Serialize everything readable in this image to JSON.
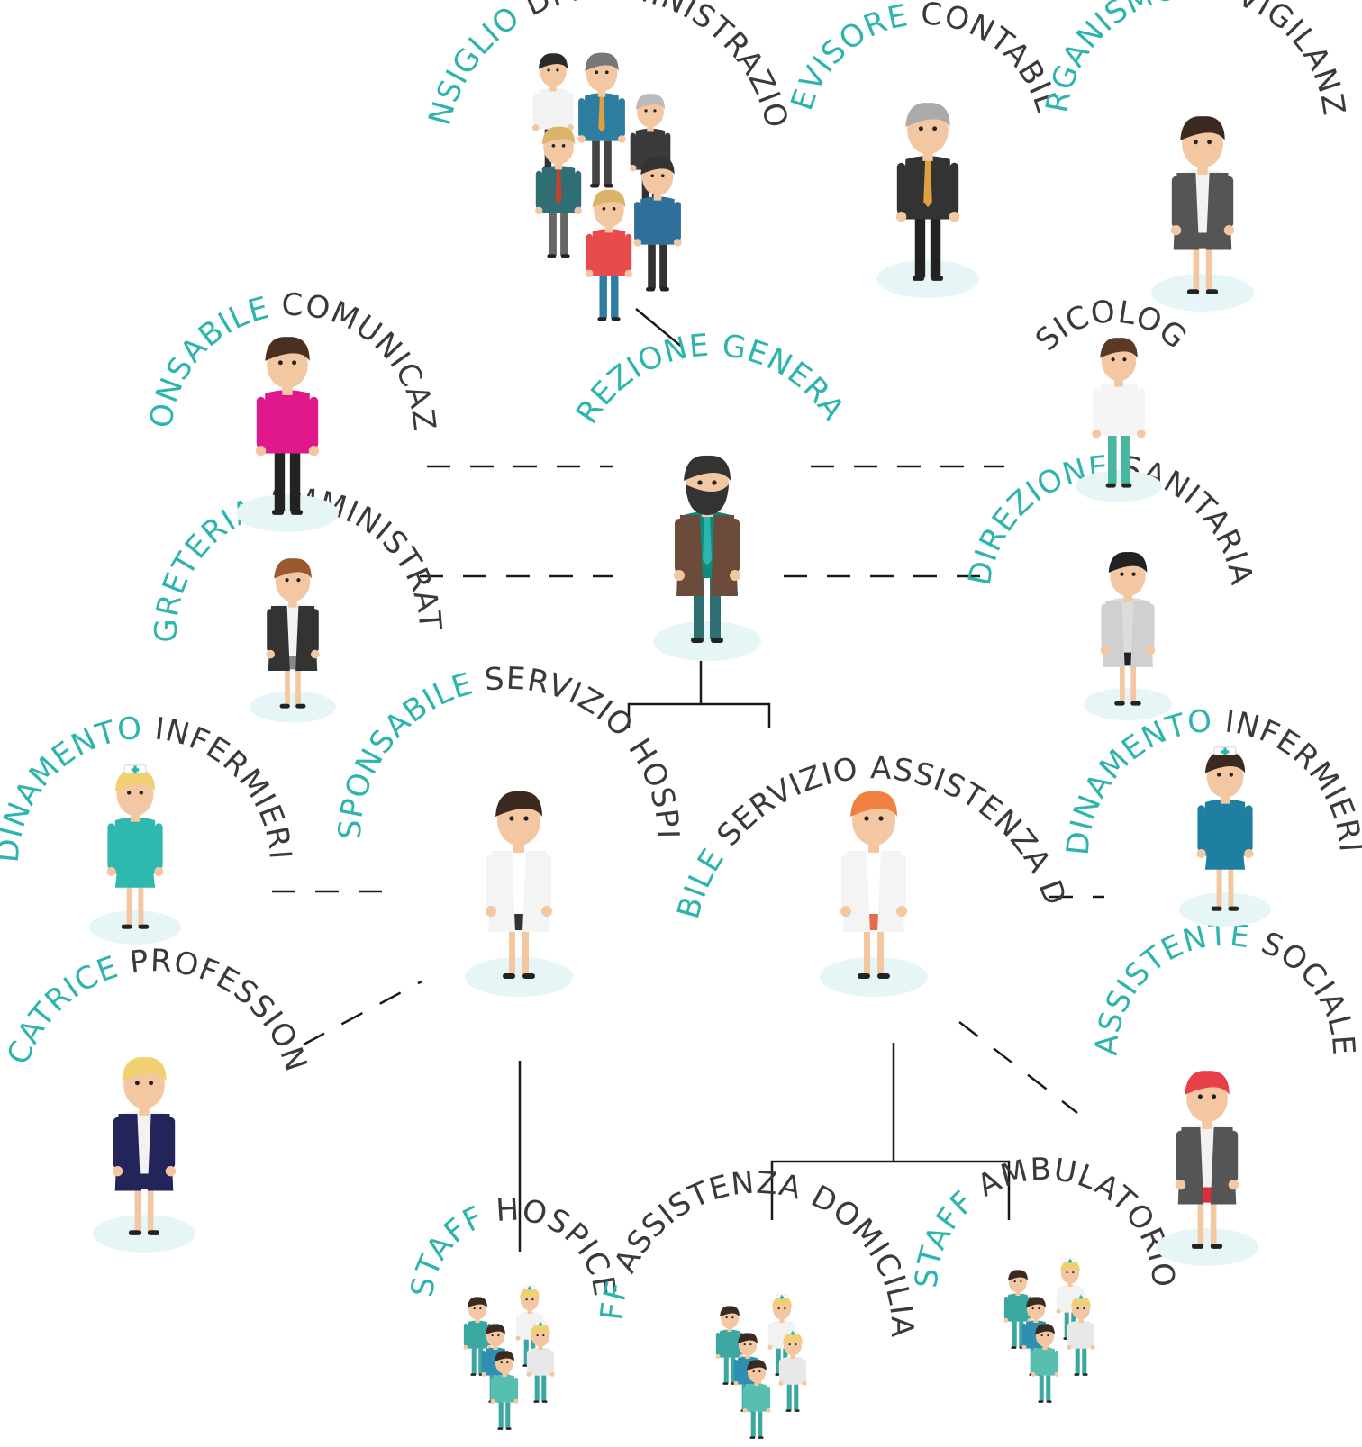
{
  "colors": {
    "accent": "#2db5ad",
    "dark": "#3a3a3a",
    "shadow": "#e6f5f6"
  },
  "nodes": {
    "cda": {
      "w1": "CONSIGLIO",
      "w2": "DI AMMINISTRAZIONE"
    },
    "revisore": {
      "w1": "REVISORE",
      "w2": "CONTABILE"
    },
    "odv": {
      "w1": "ORGANISMO",
      "w2": "DI VIGILANZA"
    },
    "resp_com": {
      "w1": "RESPONSABILE",
      "w2": "COMUNICAZIONE"
    },
    "dir_gen": {
      "w1": "DIREZIONE GENERALE",
      "w2": ""
    },
    "psicologa": {
      "w1": "",
      "w2": "PSICOLOGA"
    },
    "segreteria": {
      "w1": "SEGRETERIA",
      "w2": "AMMINISTRATIVA"
    },
    "dir_san": {
      "w1": "DIREZIONE",
      "w2": "SANITARIA"
    },
    "coord_inf_left": {
      "w1": "COORDINAMENTO",
      "w2": "INFERMIERISTICO"
    },
    "resp_hospice": {
      "w1": "RESPONSABILE",
      "w2": "SERVIZIO HOSPICE"
    },
    "resp_adi": {
      "w1": "RESPONSABILE",
      "w2": "SERVIZIO ASSISTENZA DOMICILIARE"
    },
    "coord_inf_right": {
      "w1": "COORDINAMENTO",
      "w2": "INFERMIERISTICO"
    },
    "educatrice": {
      "w1": "EDUCATRICE",
      "w2": "PROFESSIONALE"
    },
    "assistente": {
      "w1": "ASSISTENTE",
      "w2": "SOCIALE"
    },
    "staff_hospice": {
      "w1": "STAFF",
      "w2": "HOSPICE"
    },
    "staff_adi": {
      "w1": "STAFF",
      "w2": "ASSISTENZA DOMICILIARE"
    },
    "staff_amb": {
      "w1": "STAFF",
      "w2": "AMBULATORIO"
    }
  }
}
